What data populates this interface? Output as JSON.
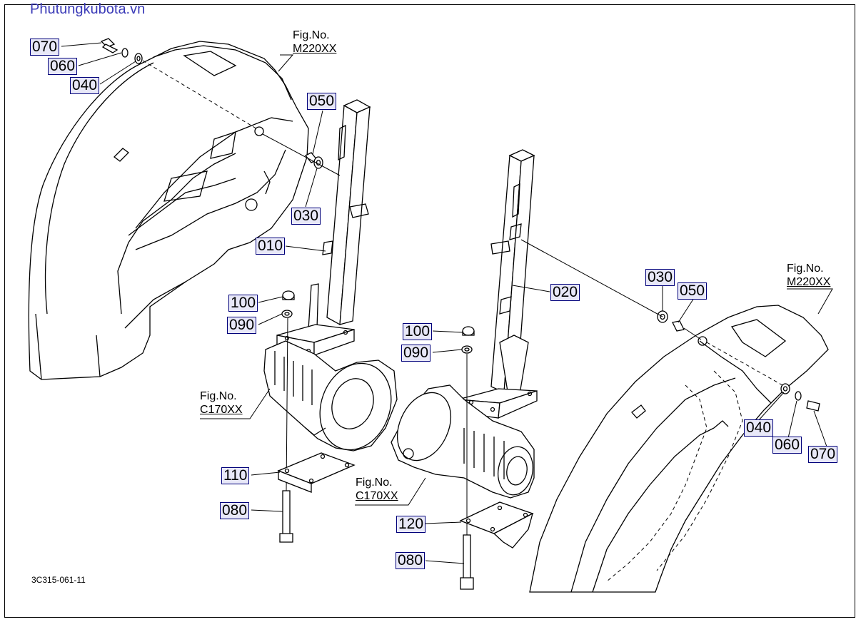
{
  "watermark": "Phutungkubota.vn",
  "drawing_code": "3C315-061-11",
  "fig_refs": {
    "fender_left": {
      "label": "Fig.No.",
      "number": "M220XX"
    },
    "fender_right": {
      "label": "Fig.No.",
      "number": "M220XX"
    },
    "axle_left": {
      "label": "Fig.No.",
      "number": "C170XX"
    },
    "axle_right": {
      "label": "Fig.No.",
      "number": "C170XX"
    }
  },
  "callouts": {
    "c070_left": "070",
    "c060_left": "060",
    "c040_left": "040",
    "c050_left": "050",
    "c030_left": "030",
    "c010": "010",
    "c100_left": "100",
    "c090_left": "090",
    "c110": "110",
    "c080_left": "080",
    "c100_right": "100",
    "c090_right": "090",
    "c020": "020",
    "c030_right": "030",
    "c050_right": "050",
    "c040_right": "040",
    "c060_right": "060",
    "c070_right": "070",
    "c120": "120",
    "c080_right": "080"
  }
}
